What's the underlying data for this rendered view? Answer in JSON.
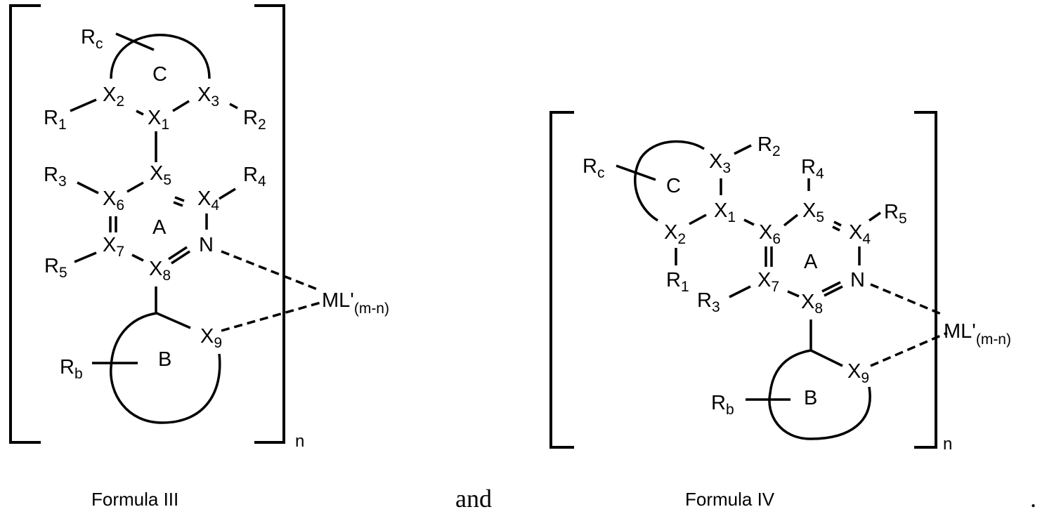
{
  "formula_iii": {
    "caption": "Formula III",
    "labels": {
      "Rc": [
        "R",
        "c"
      ],
      "C": [
        "C",
        ""
      ],
      "X1": [
        "X",
        "1"
      ],
      "X2": [
        "X",
        "2"
      ],
      "X3": [
        "X",
        "3"
      ],
      "R1": [
        "R",
        "1"
      ],
      "R2": [
        "R",
        "2"
      ],
      "R3": [
        "R",
        "3"
      ],
      "R4": [
        "R",
        "4"
      ],
      "R5": [
        "R",
        "5"
      ],
      "X4": [
        "X",
        "4"
      ],
      "X5": [
        "X",
        "5"
      ],
      "X6": [
        "X",
        "6"
      ],
      "X7": [
        "X",
        "7"
      ],
      "X8": [
        "X",
        "8"
      ],
      "X9": [
        "X",
        "9"
      ],
      "A": [
        "A",
        ""
      ],
      "N": [
        "N",
        ""
      ],
      "B": [
        "B",
        ""
      ],
      "Rb": [
        "R",
        "b"
      ],
      "ML": [
        "ML'",
        "(m-n)"
      ],
      "n": [
        "n",
        ""
      ]
    }
  },
  "formula_iv": {
    "caption": "Formula IV",
    "labels": {
      "Rc": [
        "R",
        "c"
      ],
      "C": [
        "C",
        ""
      ],
      "X1": [
        "X",
        "1"
      ],
      "X2": [
        "X",
        "2"
      ],
      "X3": [
        "X",
        "3"
      ],
      "R1": [
        "R",
        "1"
      ],
      "R2": [
        "R",
        "2"
      ],
      "R3": [
        "R",
        "3"
      ],
      "R4": [
        "R",
        "4"
      ],
      "R5": [
        "R",
        "5"
      ],
      "X4": [
        "X",
        "4"
      ],
      "X5": [
        "X",
        "5"
      ],
      "X6": [
        "X",
        "6"
      ],
      "X7": [
        "X",
        "7"
      ],
      "X8": [
        "X",
        "8"
      ],
      "X9": [
        "X",
        "9"
      ],
      "A": [
        "A",
        ""
      ],
      "N": [
        "N",
        ""
      ],
      "B": [
        "B",
        ""
      ],
      "Rb": [
        "R",
        "b"
      ],
      "ML": [
        "ML'",
        "(m-n)"
      ],
      "n": [
        "n",
        ""
      ]
    }
  },
  "connector": "and",
  "period": "."
}
